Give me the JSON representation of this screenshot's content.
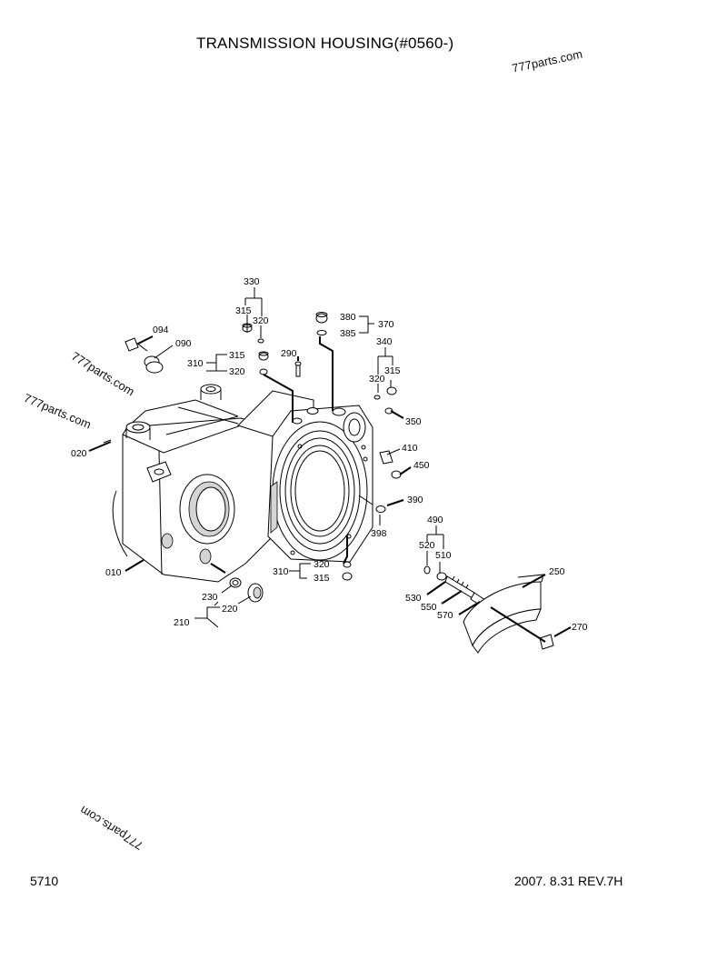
{
  "title": "TRANSMISSION HOUSING(#0560-)",
  "watermarks": [
    "777parts.com",
    "777parts.com",
    "777parts.com",
    "777parts.com"
  ],
  "footer": {
    "page_number": "5710",
    "revision": "2007.  8.31  REV.7H"
  },
  "callouts": {
    "c330": "330",
    "c315a": "315",
    "c320a": "320",
    "c380": "380",
    "c370": "370",
    "c385": "385",
    "c094": "094",
    "c090": "090",
    "c310a": "310",
    "c315b": "315",
    "c320b": "320",
    "c290": "290",
    "c340": "340",
    "c320c": "320",
    "c315c": "315",
    "c350": "350",
    "c410": "410",
    "c450": "450",
    "c020": "020",
    "c390": "390",
    "c398": "398",
    "c490": "490",
    "c520": "520",
    "c510": "510",
    "c530": "530",
    "c550": "550",
    "c570": "570",
    "c250": "250",
    "c270": "270",
    "c010": "010",
    "c310b": "310",
    "c320d": "320",
    "c315d": "315",
    "c230": "230",
    "c220": "220",
    "c210": "210"
  }
}
